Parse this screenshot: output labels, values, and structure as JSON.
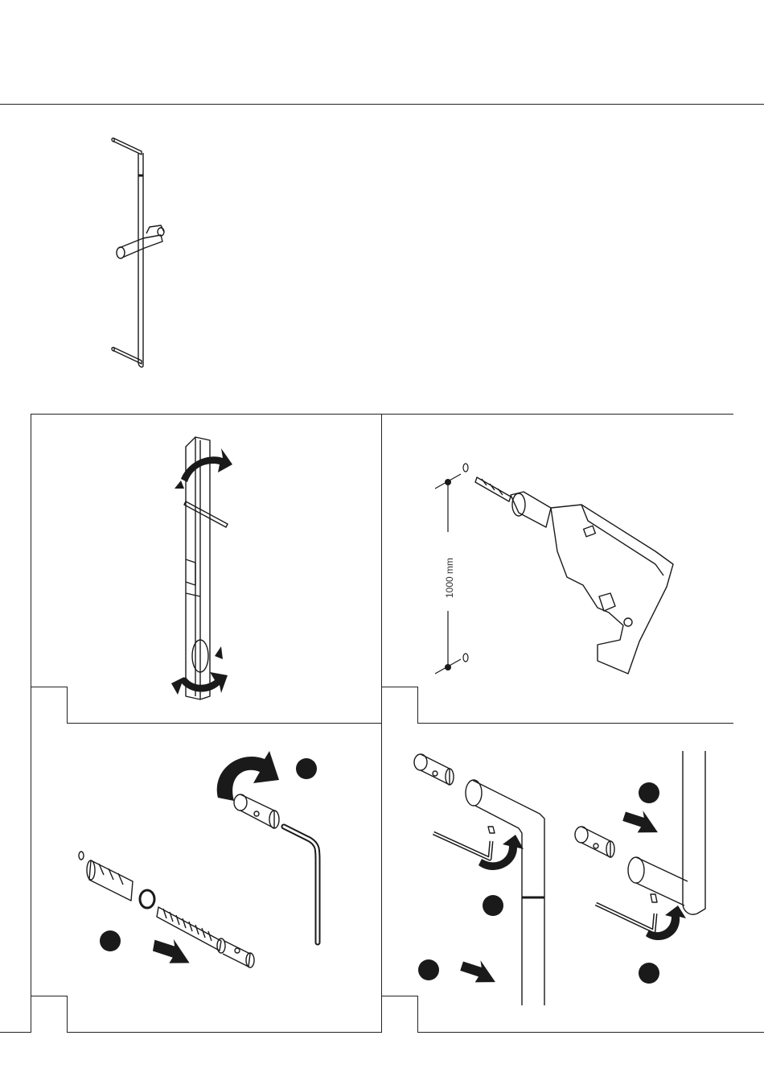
{
  "document": {
    "measurement_label": "1000 mm",
    "steps": [
      {
        "panel": "adjust-rail"
      },
      {
        "panel": "drill-holes"
      },
      {
        "panel": "anchors-screws"
      },
      {
        "panel": "mount-brackets"
      }
    ],
    "colors": {
      "line": "#1a1a1a",
      "background": "#ffffff"
    },
    "icons": [
      "shower-rail-icon",
      "rotate-arrow-icon",
      "drill-icon",
      "hex-key-icon",
      "wall-anchor-icon",
      "screw-icon",
      "push-arrow-icon",
      "bracket-icon"
    ]
  }
}
